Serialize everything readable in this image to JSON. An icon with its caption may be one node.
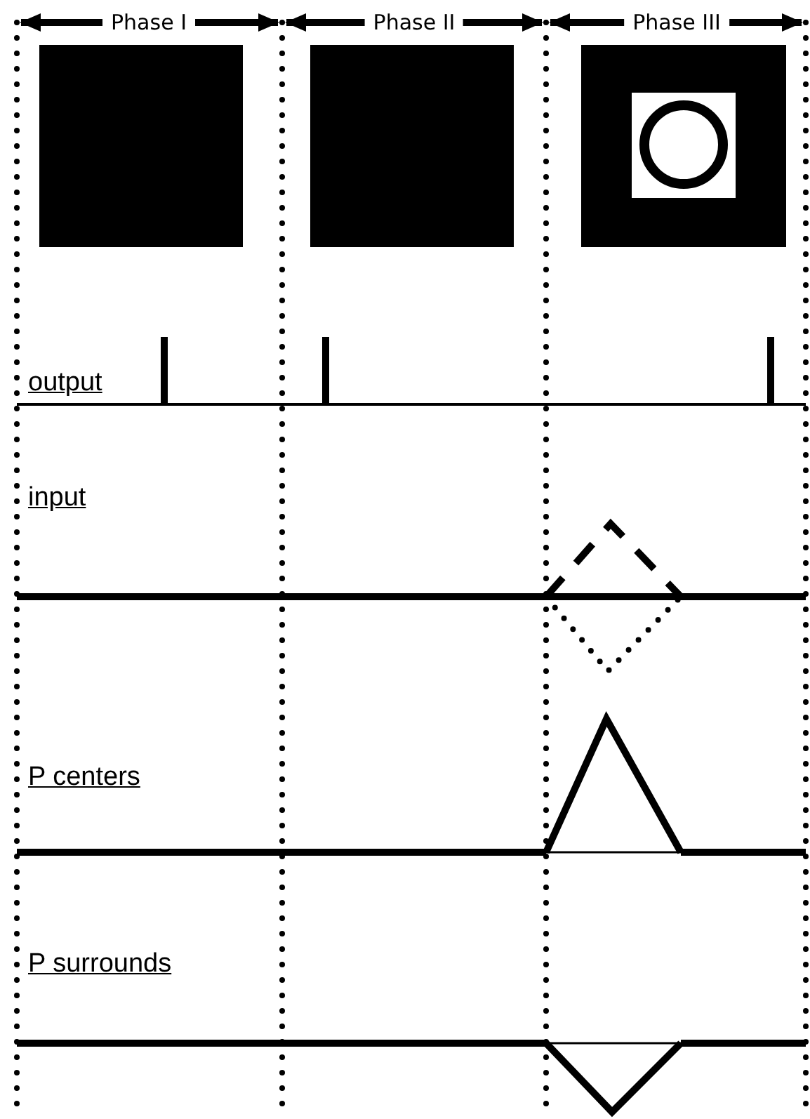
{
  "diagram": {
    "labels": [
      "Phase I",
      "Phase II",
      "Phase III",
      "output",
      "input",
      "P centers",
      "P surrounds"
    ]
  }
}
